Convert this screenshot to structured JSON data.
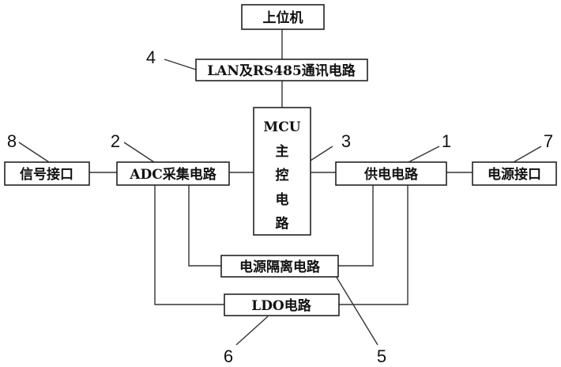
{
  "blocks": {
    "host_pc": "上位机",
    "comm_circuit": "LAN及RS485通讯电路",
    "mcu_line1": "MCU",
    "mcu_line2": "主",
    "mcu_line3": "控",
    "mcu_line4": "电",
    "mcu_line5": "路",
    "adc_circuit": "ADC采集电路",
    "signal_port": "信号接口",
    "power_supply": "供电电路",
    "power_port": "电源接口",
    "isolation_circuit": "电源隔离电路",
    "ldo_circuit": "LDO电路"
  },
  "callouts": {
    "n1": "1",
    "n2": "2",
    "n3": "3",
    "n4": "4",
    "n5": "5",
    "n6": "6",
    "n7": "7",
    "n8": "8"
  }
}
